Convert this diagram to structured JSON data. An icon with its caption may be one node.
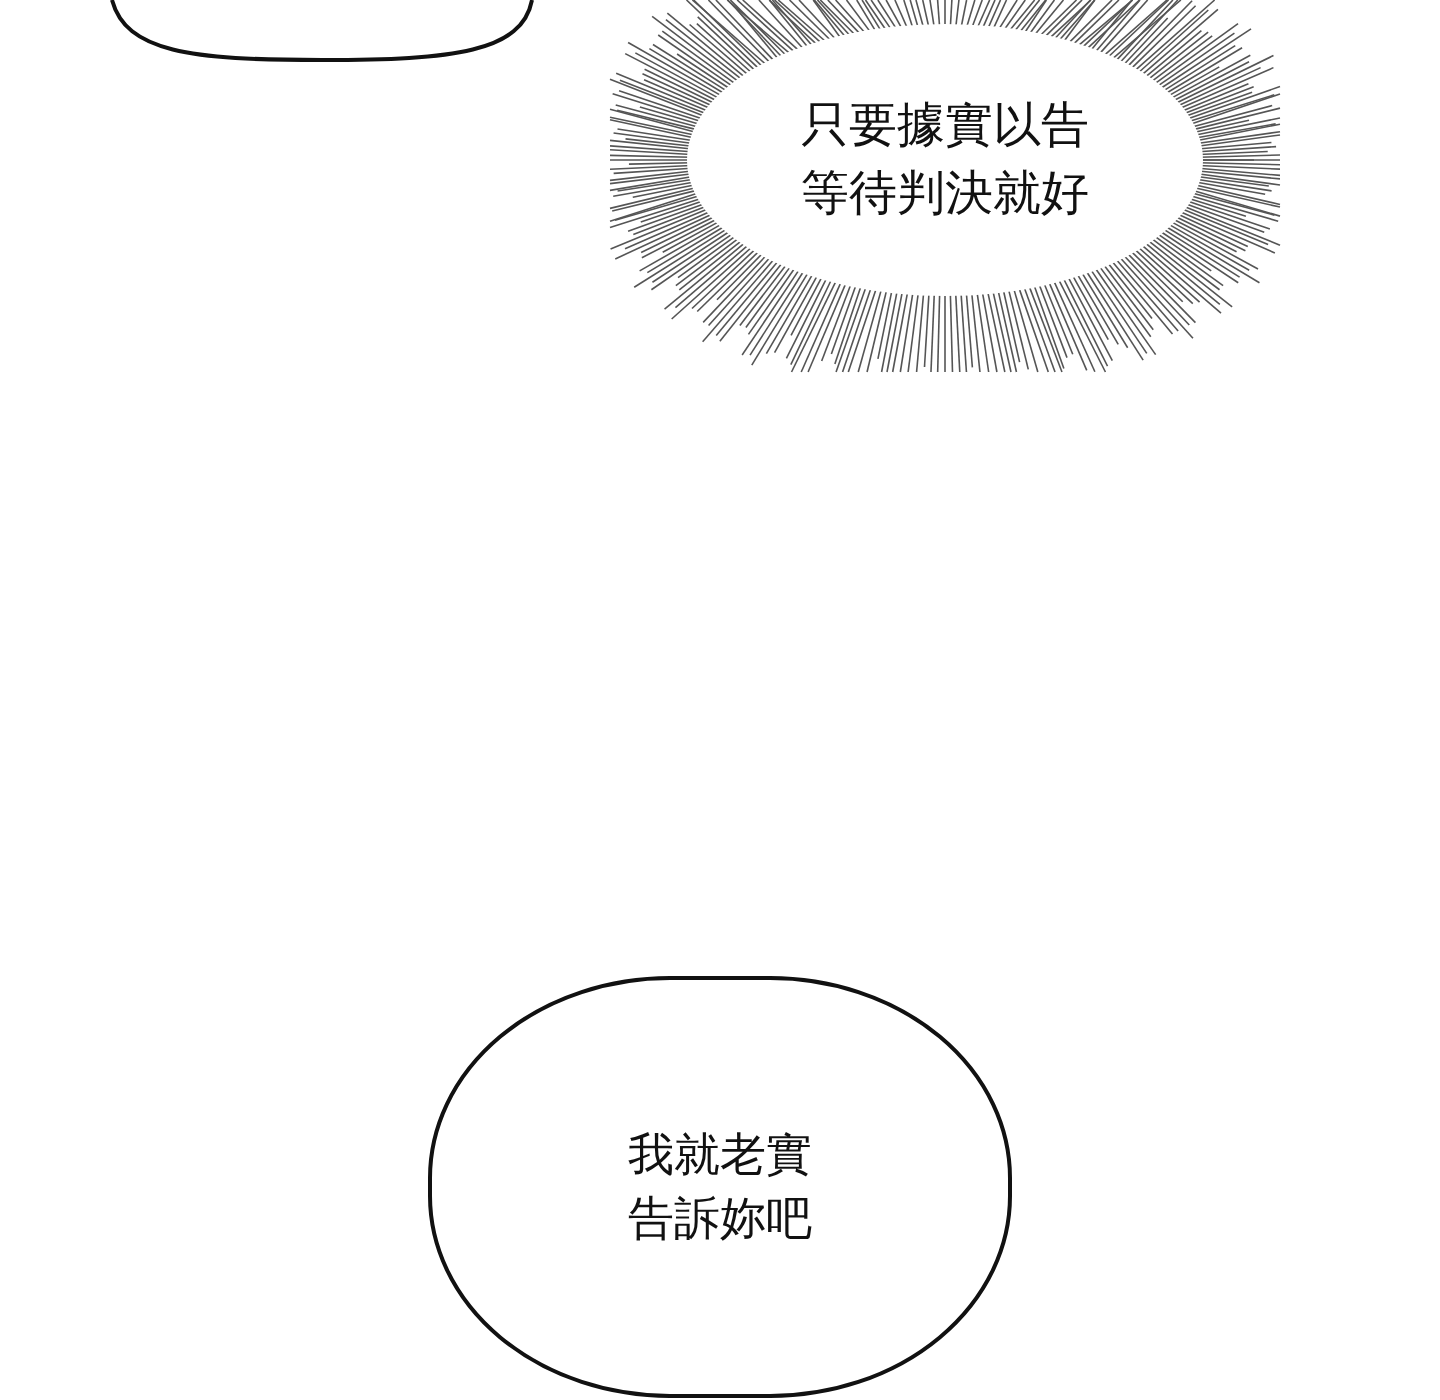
{
  "diagram": {
    "nodes": [
      {
        "text": [],
        "shape": "circle"
      },
      {
        "text": [
          "只要據實以告等待判決就好"
        ]
      },
      {
        "text": [
          "我就老實告訴妳吧"
        ]
      }
    ]
  }
}
